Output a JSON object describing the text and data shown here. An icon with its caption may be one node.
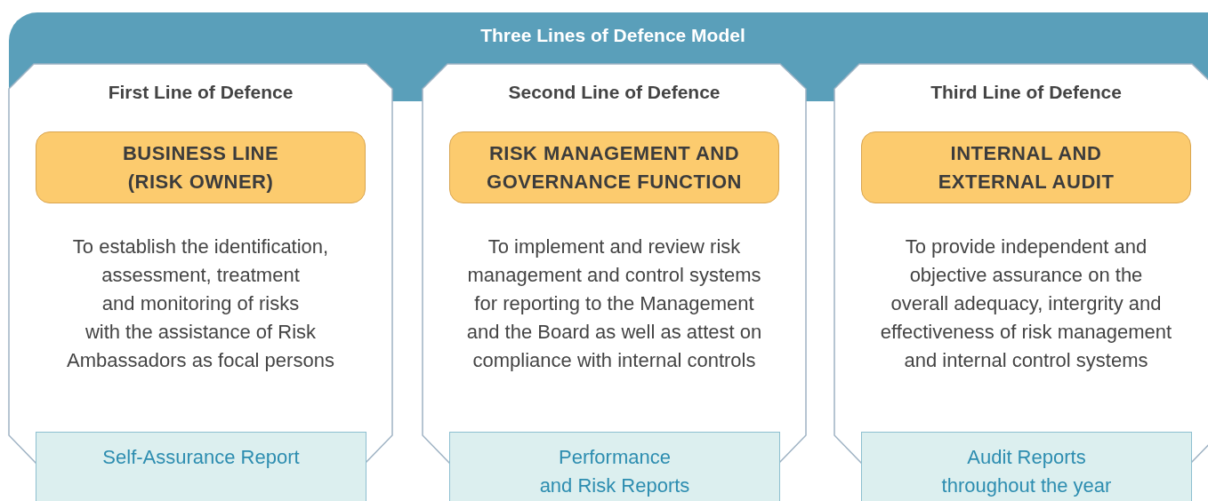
{
  "diagram": {
    "title": "Three Lines of Defence Model",
    "nodes": [
      {
        "text": [
          "First Line of Defence",
          "To establish the identification, assessment, treatment and monitoring of risks with the assistance of Risk Ambassadors as focal persons"
        ]
      },
      {
        "text": [
          "BUSINESS LINE (RISK OWNER)"
        ],
        "in": 0
      },
      {
        "text": [
          "Self-Assurance Report"
        ]
      },
      {
        "text": [
          "Second Line of Defence",
          "To implement and review risk management and control systems for reporting to the Management and the Board as well as attest on compliance with internal controls"
        ]
      },
      {
        "text": [
          "RISK MANAGEMENT AND GOVERNANCE FUNCTION"
        ],
        "in": 3
      },
      {
        "text": [
          "Performance and Risk Reports"
        ]
      },
      {
        "text": [
          "Third Line of Defence",
          "To provide independent and objective assurance on the overall adequacy, intergrity and effectiveness of risk management and internal control systems"
        ]
      },
      {
        "text": [
          "INTERNAL AND EXTERNAL AUDIT"
        ],
        "in": 6
      },
      {
        "text": [
          "Audit Reports throughout the year"
        ]
      }
    ]
  }
}
